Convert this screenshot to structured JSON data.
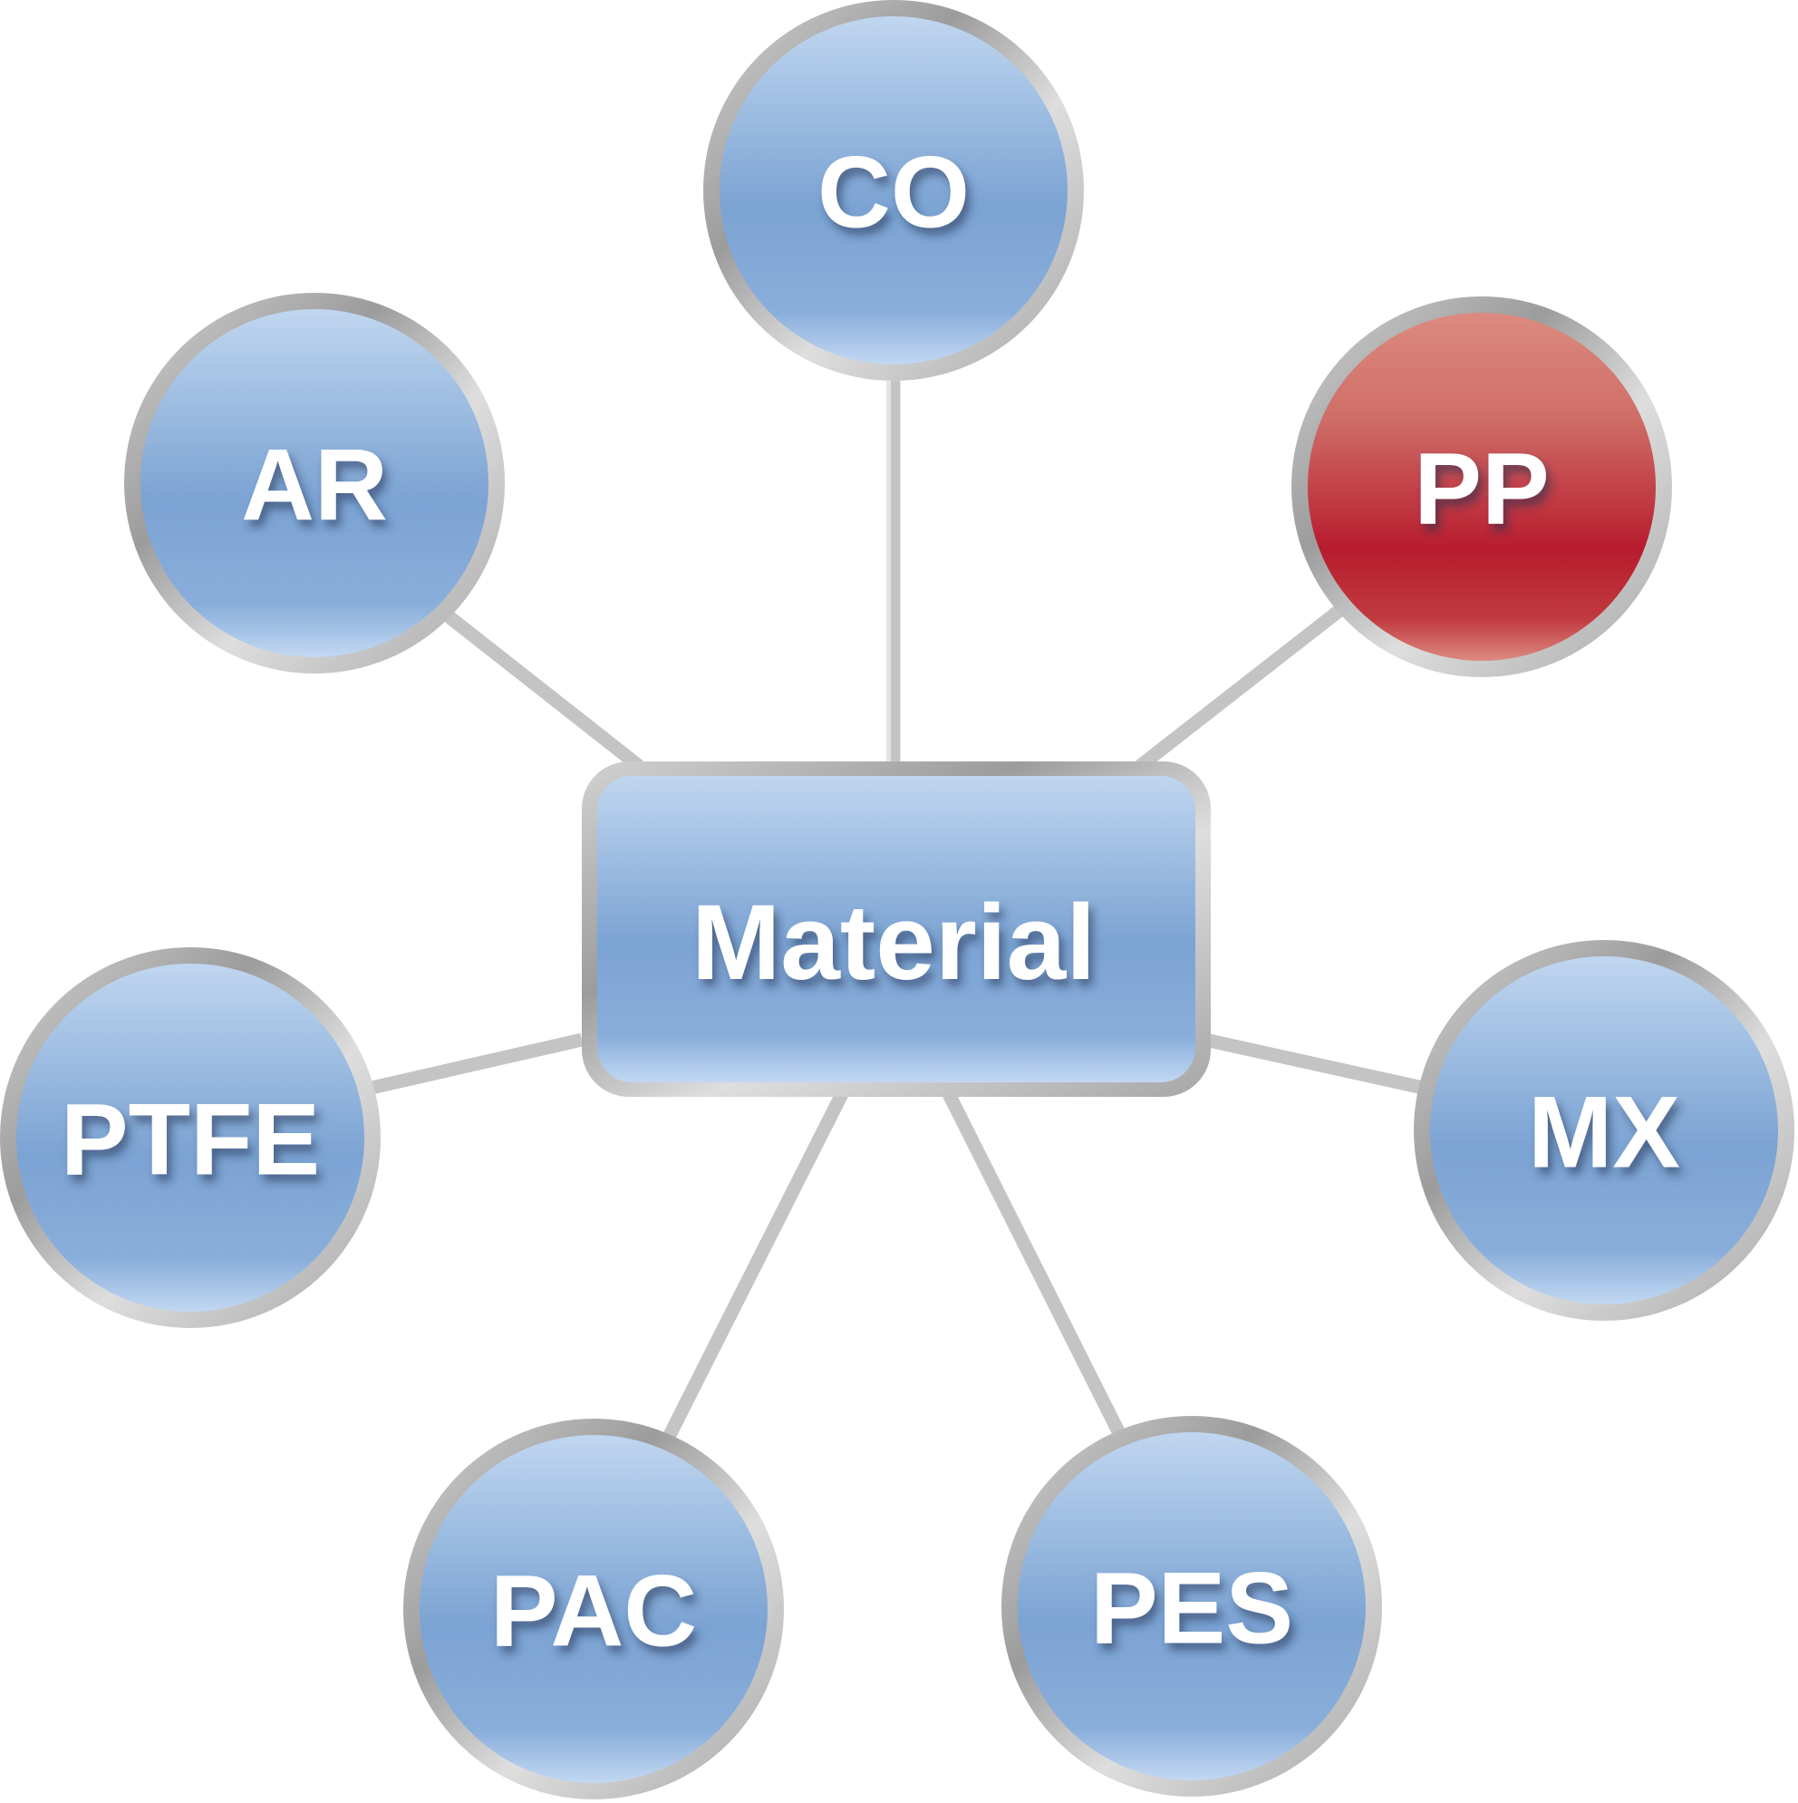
{
  "center": {
    "label": "Material"
  },
  "nodes": [
    {
      "id": "co",
      "label": "CO",
      "highlight": false
    },
    {
      "id": "pp",
      "label": "PP",
      "highlight": true
    },
    {
      "id": "mx",
      "label": "MX",
      "highlight": false
    },
    {
      "id": "pes",
      "label": "PES",
      "highlight": false
    },
    {
      "id": "pac",
      "label": "PAC",
      "highlight": false
    },
    {
      "id": "ptfe",
      "label": "PTFE",
      "highlight": false
    },
    {
      "id": "ar",
      "label": "AR",
      "highlight": false
    }
  ],
  "colors": {
    "node_fill": "#7ea4d4",
    "node_fill_light": "#bcd4ef",
    "highlight_fill": "#b81c2c",
    "highlight_fill_light": "#d8877d",
    "ring": "#b3b3b3",
    "connector": "#c4c4c4",
    "label": "#ffffff"
  }
}
